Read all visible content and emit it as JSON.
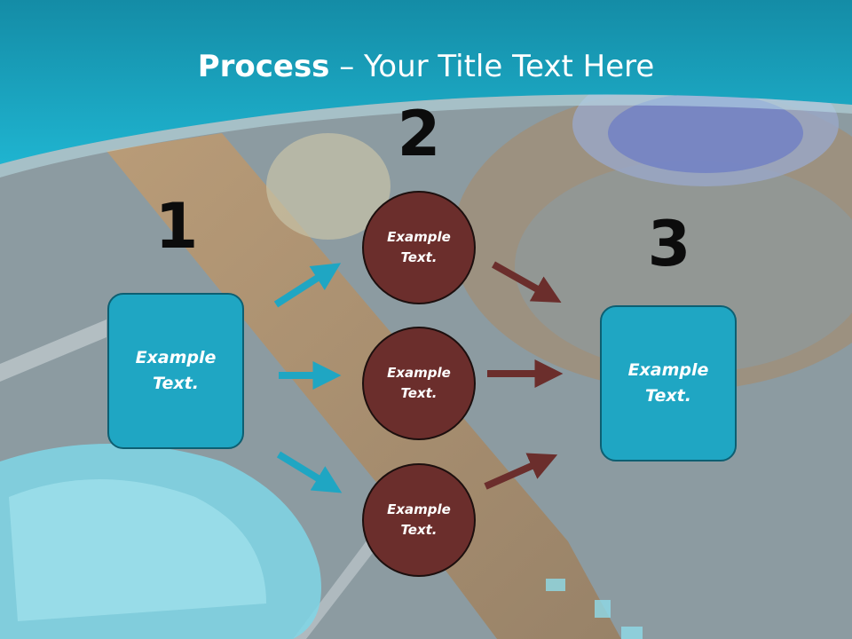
{
  "slide": {
    "title_bold": "Process",
    "title_rest": " – Your Title Text Here"
  },
  "steps": {
    "step1_number": "1",
    "step2_number": "2",
    "step3_number": "3"
  },
  "nodes": {
    "left_box": "Example Text.",
    "circle_top": "Example Text.",
    "circle_middle": "Example Text.",
    "circle_bottom": "Example Text.",
    "right_box": "Example Text."
  },
  "colors": {
    "header": "#1fa9c5",
    "box_fill": "#1fa6c3",
    "circle_fill": "#6b2e2c",
    "arrow_teal": "#1fa6c3",
    "arrow_brown": "#6b2e2c"
  }
}
